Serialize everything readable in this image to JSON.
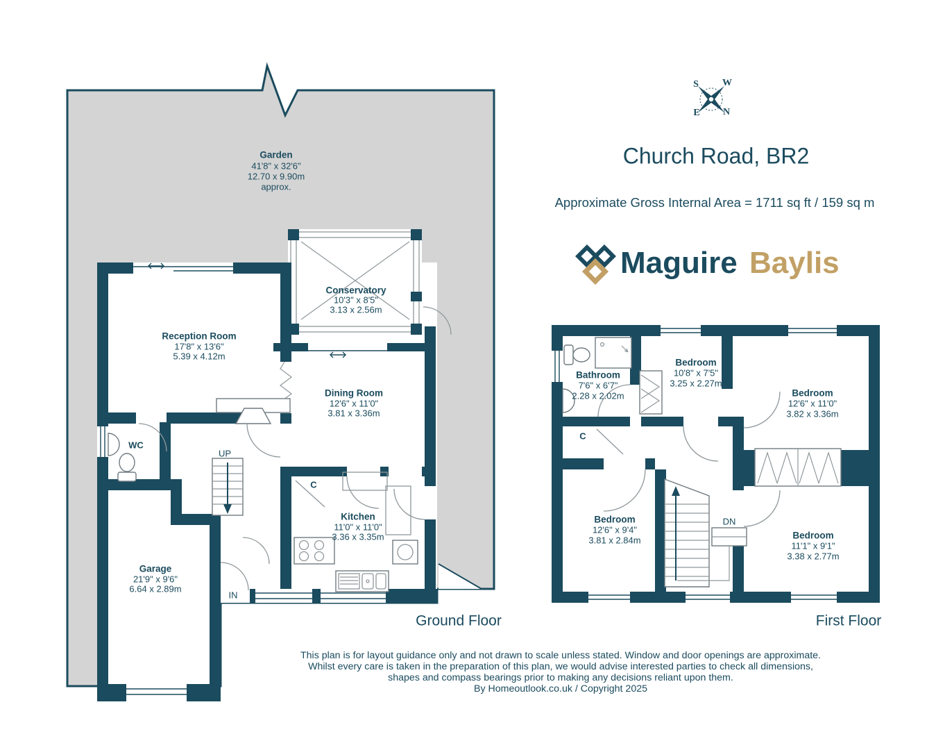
{
  "header": {
    "title": "Church Road, BR2",
    "area_line": "Approximate Gross Internal Area = 1711 sq ft / 159 sq m",
    "brand_primary": "Maguire",
    "brand_secondary": "Baylis",
    "compass": {
      "top_left": "S",
      "top_right": "W",
      "bottom_left": "E",
      "bottom_right": "N"
    }
  },
  "colors": {
    "wall": "#1b4b5e",
    "garden": "#d4d4d4",
    "gold": "#c2a065"
  },
  "ground_floor": {
    "floor_label": "Ground Floor",
    "garden": {
      "name": "Garden",
      "imperial": "41'8\" x 32'6\"",
      "metric": "12.70 x 9.90m",
      "note": "approx."
    },
    "conservatory": {
      "name": "Conservatory",
      "imperial": "10'3\" x 8'5\"",
      "metric": "3.13 x 2.56m"
    },
    "reception": {
      "name": "Reception Room",
      "imperial": "17'8\" x 13'6\"",
      "metric": "5.39 x 4.12m"
    },
    "dining": {
      "name": "Dining Room",
      "imperial": "12'6\" x 11'0\"",
      "metric": "3.81 x 3.36m"
    },
    "kitchen": {
      "name": "Kitchen",
      "imperial": "11'0\" x 11'0\"",
      "metric": "3.36 x 3.35m"
    },
    "garage": {
      "name": "Garage",
      "imperial": "21'9\" x 9'6\"",
      "metric": "6.64 x 2.89m"
    },
    "wc": "WC",
    "up": "UP",
    "cupboard": "C",
    "entrance": "IN"
  },
  "first_floor": {
    "floor_label": "First Floor",
    "bathroom": {
      "name": "Bathroom",
      "imperial": "7'6\" x 6'7\"",
      "metric": "2.28 x 2.02m"
    },
    "bedroom_top": {
      "name": "Bedroom",
      "imperial": "10'8\" x 7'5\"",
      "metric": "3.25 x 2.27m"
    },
    "bedroom_right": {
      "name": "Bedroom",
      "imperial": "12'6\" x 11'0\"",
      "metric": "3.82 x 3.36m"
    },
    "bedroom_bottom_left": {
      "name": "Bedroom",
      "imperial": "12'6\" x 9'4\"",
      "metric": "3.81 x 2.84m"
    },
    "bedroom_bottom_right": {
      "name": "Bedroom",
      "imperial": "11'1\" x 9'1\"",
      "metric": "3.38 x 2.77m"
    },
    "cupboard": "C",
    "down": "DN"
  },
  "footer": {
    "disclaimer_lines": [
      "This plan is for layout guidance only and not drawn to scale unless stated. Window and door openings are approximate.",
      "Whilst every care is taken in the preparation of this plan, we would advise interested parties to check all dimensions,",
      "shapes and compass bearings prior to making any decisions reliant upon them.",
      "By Homeoutlook.co.uk / Copyright 2025"
    ]
  }
}
